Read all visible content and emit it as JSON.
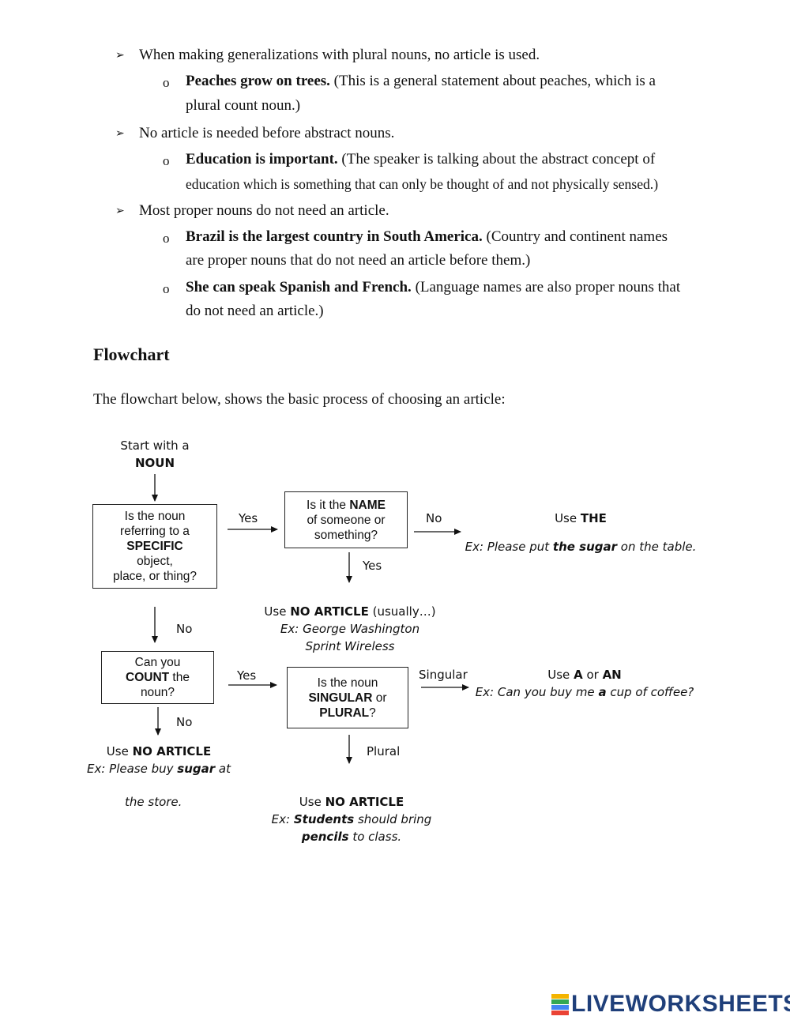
{
  "bullets": [
    {
      "text": "When making generalizations with plural nouns, no article is used.",
      "subs": [
        {
          "bold": "Peaches grow on trees.",
          "rest1": " (This is a general statement about peaches, which is a",
          "rest2": "plural count noun.)"
        }
      ]
    },
    {
      "text": "No article is needed before abstract nouns.",
      "subs": [
        {
          "bold": "Education is important.",
          "rest1": " (The speaker is talking about the abstract concept of",
          "rest2": "education which is something that can only be thought of and not physically sensed.)"
        }
      ]
    },
    {
      "text": "Most proper nouns do not need an article.",
      "subs": [
        {
          "bold": "Brazil is the largest country in South America.",
          "rest1": " (Country and continent names",
          "rest2": "are proper nouns that do not need an article before them.)"
        },
        {
          "bold": "She can speak Spanish and French.",
          "rest1": " (Language names are also proper nouns that",
          "rest2": "do not need an article.)"
        }
      ]
    }
  ],
  "bullet_glyph": "➢",
  "sub_glyph": "o",
  "heading": "Flowchart",
  "intro": "The flowchart below, shows the basic process of choosing an article:",
  "flow": {
    "start_l1": "Start with a",
    "start_l2": "NOUN",
    "q1": [
      "Is the noun",
      "referring to a",
      "SPECIFIC",
      "object,",
      "place, or thing?"
    ],
    "q2": [
      "Is it the ",
      "NAME",
      "of someone or",
      "something?"
    ],
    "q3": [
      "Can you",
      "COUNT",
      " the",
      "noun?"
    ],
    "q4": [
      "Is the noun",
      "SINGULAR",
      " or",
      "PLURAL",
      "?"
    ],
    "yes": "Yes",
    "no": "No",
    "singular": "Singular",
    "plural": "Plural",
    "use_the": {
      "pre": "Use ",
      "bold": "THE",
      "ex_pre": "Ex: Please put ",
      "ex_bold": "the sugar",
      "ex_post": " on the table."
    },
    "name_result": {
      "pre": "Use ",
      "bold": "NO ARTICLE",
      "post": " (usually…)",
      "ex1": "Ex: George Washington",
      "ex2": "Sprint Wireless"
    },
    "a_an": {
      "pre": "Use ",
      "b1": "A",
      "mid": " or ",
      "b2": "AN",
      "ex_pre": "Ex: Can you buy me ",
      "ex_bold": "a",
      "ex_post": " cup of coffee?"
    },
    "uncount": {
      "pre": "Use ",
      "bold": "NO ARTICLE",
      "ex_pre": "Ex: Please buy ",
      "ex_bold": "sugar",
      "ex_post": " at",
      "ex2": "the store."
    },
    "plural_result": {
      "pre": "Use ",
      "bold": "NO ARTICLE",
      "ex_pre": "Ex: ",
      "ex_bold": "Students",
      "ex_post": " should bring",
      "ex2_bold": "pencils",
      "ex2_post": " to class."
    }
  },
  "logo": {
    "text": "LIVEWORKSHEETS",
    "colors": [
      "#f4b400",
      "#34a853",
      "#4285f4",
      "#ea4335"
    ]
  }
}
